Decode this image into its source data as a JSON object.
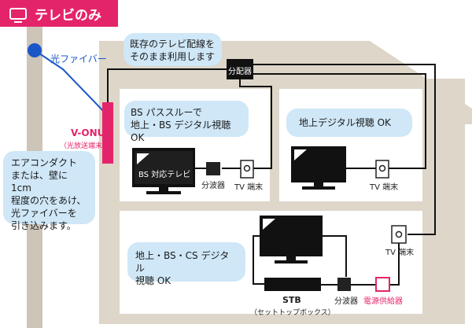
{
  "title": "テレビのみ",
  "labels": {
    "fiber": "光ファイバー",
    "onu": "V-ONU",
    "onu_sub": "（光放送端末）",
    "splitter_box": "分配器",
    "tv_bs": "BS 対応テレビ",
    "demux1": "分波器",
    "tvterm1": "TV 端末",
    "tvterm2": "TV 端末",
    "tvterm3": "TV 端末",
    "demux3": "分波器",
    "power": "電源供給器",
    "stb": "STB",
    "stb_sub": "（セットトップボックス）"
  },
  "bubbles": {
    "top": [
      "既存のテレビ配線を",
      "そのまま利用します"
    ],
    "room1": [
      "BS パススルーで",
      "地上・BS デジタル視聴 OK"
    ],
    "room2": [
      "地上デジタル視聴 OK"
    ],
    "room3": [
      "地上・BS・CS デジタル",
      "視聴 OK"
    ],
    "left": [
      "エアコンダクト",
      "または、壁に 1cm",
      "程度の穴をあけ、",
      "光ファイバーを",
      "引き込みます。"
    ]
  },
  "colors": {
    "accent": "#e4246a",
    "bubble": "#cfe7f7",
    "house": "#ddd6c9",
    "room": "#ffffff",
    "wire": "#111111",
    "fiber": "#1a56c8"
  }
}
